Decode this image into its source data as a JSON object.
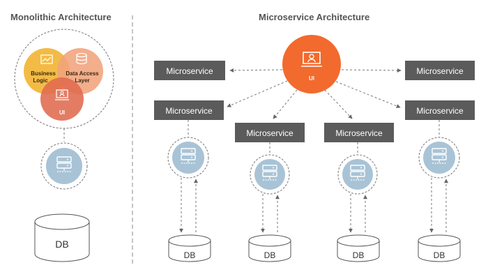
{
  "monolithic": {
    "title": "Monolithic Architecture",
    "business_logic": "Business Logic",
    "business_logic_line1": "Business",
    "business_logic_line2": "Logic",
    "data_access": "Data Access Layer",
    "data_access_line1": "Data Access",
    "data_access_line2": "Layer",
    "ui": "UI",
    "db": "DB"
  },
  "microservice": {
    "title": "Microservice Architecture",
    "ui": "UI",
    "services": [
      "Microservice",
      "Microservice",
      "Microservice",
      "Microservice",
      "Microservice",
      "Microservice"
    ],
    "dbs": [
      "DB",
      "DB",
      "DB",
      "DB"
    ]
  },
  "colors": {
    "business_logic": "#f2b535",
    "data_access": "#f1a37c",
    "ui_circle": "#e06a4e",
    "micro_ui": "#f26a2d",
    "service_box": "#5b5b5b",
    "server": "#a9c3d6"
  }
}
